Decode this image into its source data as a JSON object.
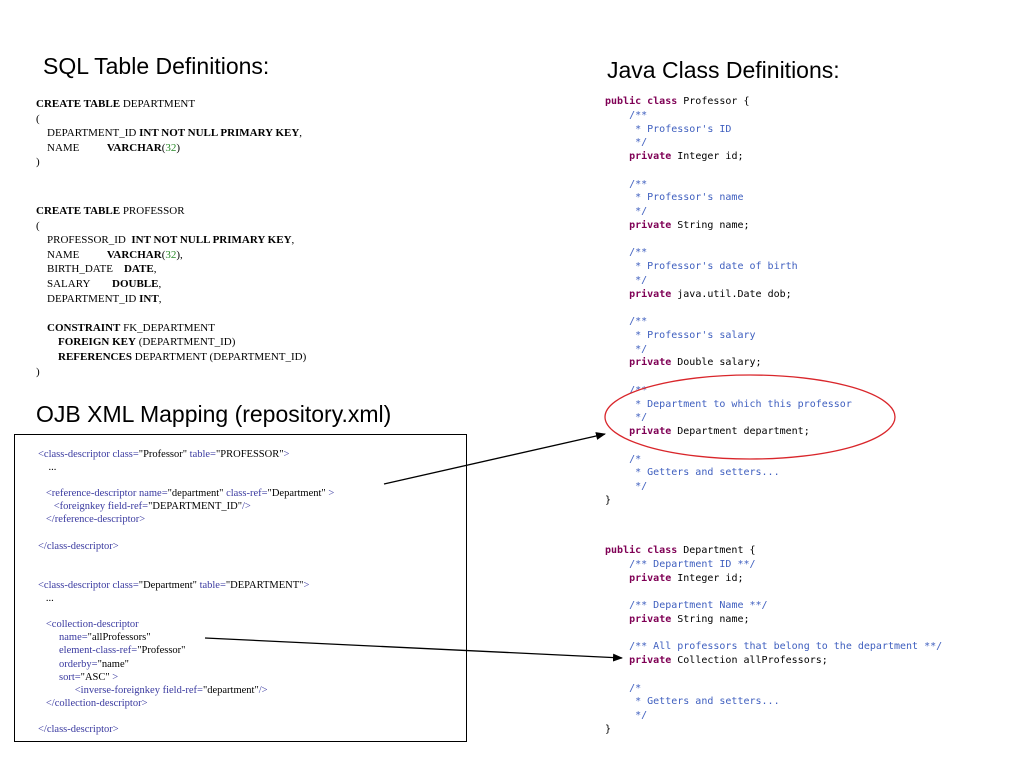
{
  "headings": {
    "sql": "SQL Table Definitions:",
    "java": "Java Class Definitions:",
    "xml": "OJB XML Mapping (repository.xml)"
  },
  "sql_blocks": [
    [
      [
        {
          "t": "CREATE TABLE",
          "c": "kw"
        },
        {
          "t": " DEPARTMENT"
        }
      ],
      [
        {
          "t": "("
        }
      ],
      [
        {
          "t": "    DEPARTMENT_ID "
        },
        {
          "t": "INT NOT NULL PRIMARY KEY",
          "c": "kw"
        },
        {
          "t": ","
        }
      ],
      [
        {
          "t": "    NAME          "
        },
        {
          "t": "VARCHAR",
          "c": "kw"
        },
        {
          "t": "("
        },
        {
          "t": "32",
          "c": "num"
        },
        {
          "t": ")"
        }
      ],
      [
        {
          "t": ")"
        }
      ]
    ],
    [
      [
        {
          "t": "CREATE TABLE",
          "c": "kw"
        },
        {
          "t": " PROFESSOR"
        }
      ],
      [
        {
          "t": "("
        }
      ],
      [
        {
          "t": "    PROFESSOR_ID  "
        },
        {
          "t": "INT NOT NULL PRIMARY KEY",
          "c": "kw"
        },
        {
          "t": ","
        }
      ],
      [
        {
          "t": "    NAME          "
        },
        {
          "t": "VARCHAR",
          "c": "kw"
        },
        {
          "t": "("
        },
        {
          "t": "32",
          "c": "num"
        },
        {
          "t": "),"
        }
      ],
      [
        {
          "t": "    BIRTH_DATE    "
        },
        {
          "t": "DATE",
          "c": "kw"
        },
        {
          "t": ","
        }
      ],
      [
        {
          "t": "    SALARY        "
        },
        {
          "t": "DOUBLE",
          "c": "kw"
        },
        {
          "t": ","
        }
      ],
      [
        {
          "t": "    DEPARTMENT_ID "
        },
        {
          "t": "INT",
          "c": "kw"
        },
        {
          "t": ","
        }
      ],
      [
        {
          "t": ""
        }
      ],
      [
        {
          "t": "    "
        },
        {
          "t": "CONSTRAINT",
          "c": "kw"
        },
        {
          "t": " FK_DEPARTMENT"
        }
      ],
      [
        {
          "t": "        "
        },
        {
          "t": "FOREIGN KEY",
          "c": "kw"
        },
        {
          "t": " (DEPARTMENT_ID)"
        }
      ],
      [
        {
          "t": "        "
        },
        {
          "t": "REFERENCES",
          "c": "kw"
        },
        {
          "t": " DEPARTMENT (DEPARTMENT_ID)"
        }
      ],
      [
        {
          "t": ")"
        }
      ]
    ]
  ],
  "java_blocks": [
    [
      [
        {
          "t": "public class",
          "c": "jkw"
        },
        {
          "t": " Professor {"
        }
      ],
      [
        {
          "t": "    "
        },
        {
          "t": "/**",
          "c": "cm"
        }
      ],
      [
        {
          "t": "     * Professor's ID",
          "c": "cm"
        }
      ],
      [
        {
          "t": "     */",
          "c": "cm"
        }
      ],
      [
        {
          "t": "    "
        },
        {
          "t": "private",
          "c": "jkw"
        },
        {
          "t": " Integer id;"
        }
      ],
      [
        {
          "t": ""
        }
      ],
      [
        {
          "t": "    "
        },
        {
          "t": "/**",
          "c": "cm"
        }
      ],
      [
        {
          "t": "     * Professor's name",
          "c": "cm"
        }
      ],
      [
        {
          "t": "     */",
          "c": "cm"
        }
      ],
      [
        {
          "t": "    "
        },
        {
          "t": "private",
          "c": "jkw"
        },
        {
          "t": " String name;"
        }
      ],
      [
        {
          "t": ""
        }
      ],
      [
        {
          "t": "    "
        },
        {
          "t": "/**",
          "c": "cm"
        }
      ],
      [
        {
          "t": "     * Professor's date of birth",
          "c": "cm"
        }
      ],
      [
        {
          "t": "     */",
          "c": "cm"
        }
      ],
      [
        {
          "t": "    "
        },
        {
          "t": "private",
          "c": "jkw"
        },
        {
          "t": " java.util.Date dob;"
        }
      ],
      [
        {
          "t": ""
        }
      ],
      [
        {
          "t": "    "
        },
        {
          "t": "/**",
          "c": "cm"
        }
      ],
      [
        {
          "t": "     * Professor's salary",
          "c": "cm"
        }
      ],
      [
        {
          "t": "     */",
          "c": "cm"
        }
      ],
      [
        {
          "t": "    "
        },
        {
          "t": "private",
          "c": "jkw"
        },
        {
          "t": " Double salary;"
        }
      ],
      [
        {
          "t": ""
        }
      ],
      [
        {
          "t": "    "
        },
        {
          "t": "/**",
          "c": "cm"
        }
      ],
      [
        {
          "t": "     * Department to which this professor",
          "c": "cm"
        }
      ],
      [
        {
          "t": "     */",
          "c": "cm"
        }
      ],
      [
        {
          "t": "    "
        },
        {
          "t": "private",
          "c": "jkw"
        },
        {
          "t": " Department department;"
        }
      ],
      [
        {
          "t": ""
        }
      ],
      [
        {
          "t": "    "
        },
        {
          "t": "/*",
          "c": "cm"
        }
      ],
      [
        {
          "t": "     * Getters and setters...",
          "c": "cm"
        }
      ],
      [
        {
          "t": "     */",
          "c": "cm"
        }
      ],
      [
        {
          "t": "}"
        }
      ]
    ],
    [
      [
        {
          "t": "public class",
          "c": "jkw"
        },
        {
          "t": " Department {"
        }
      ],
      [
        {
          "t": "    "
        },
        {
          "t": "/** Department ID **/",
          "c": "cm"
        }
      ],
      [
        {
          "t": "    "
        },
        {
          "t": "private",
          "c": "jkw"
        },
        {
          "t": " Integer id;"
        }
      ],
      [
        {
          "t": ""
        }
      ],
      [
        {
          "t": "    "
        },
        {
          "t": "/** Department Name **/",
          "c": "cm"
        }
      ],
      [
        {
          "t": "    "
        },
        {
          "t": "private",
          "c": "jkw"
        },
        {
          "t": " String name;"
        }
      ],
      [
        {
          "t": ""
        }
      ],
      [
        {
          "t": "    "
        },
        {
          "t": "/** All professors that belong to the department **/",
          "c": "cm"
        }
      ],
      [
        {
          "t": "    "
        },
        {
          "t": "private",
          "c": "jkw"
        },
        {
          "t": " Collection allProfessors;"
        }
      ],
      [
        {
          "t": ""
        }
      ],
      [
        {
          "t": "    "
        },
        {
          "t": "/*",
          "c": "cm"
        }
      ],
      [
        {
          "t": "     * Getters and setters...",
          "c": "cm"
        }
      ],
      [
        {
          "t": "     */",
          "c": "cm"
        }
      ],
      [
        {
          "t": "}"
        }
      ]
    ]
  ],
  "xml_block": [
    [
      {
        "t": "<class-descriptor ",
        "c": "tag"
      },
      {
        "t": "class=",
        "c": "att"
      },
      {
        "t": "\"Professor\" ",
        "c": "val"
      },
      {
        "t": "table=",
        "c": "att"
      },
      {
        "t": "\"PROFESSOR\"",
        "c": "val"
      },
      {
        "t": ">",
        "c": "tag"
      }
    ],
    [
      {
        "t": "    ..."
      }
    ],
    [
      {
        "t": ""
      }
    ],
    [
      {
        "t": "   "
      },
      {
        "t": "<reference-descriptor ",
        "c": "tag"
      },
      {
        "t": "name=",
        "c": "att"
      },
      {
        "t": "\"department\" ",
        "c": "val"
      },
      {
        "t": "class-ref=",
        "c": "att"
      },
      {
        "t": "\"Department\" ",
        "c": "val"
      },
      {
        "t": ">",
        "c": "tag"
      }
    ],
    [
      {
        "t": "      "
      },
      {
        "t": "<foreignkey ",
        "c": "tag"
      },
      {
        "t": "field-ref=",
        "c": "att"
      },
      {
        "t": "\"DEPARTMENT_ID\"",
        "c": "val"
      },
      {
        "t": "/>",
        "c": "tag"
      }
    ],
    [
      {
        "t": "   "
      },
      {
        "t": "</reference-descriptor>",
        "c": "tag"
      }
    ],
    [
      {
        "t": ""
      }
    ],
    [
      {
        "t": "</class-descriptor>",
        "c": "tag"
      }
    ],
    [
      {
        "t": ""
      }
    ],
    [
      {
        "t": ""
      }
    ],
    [
      {
        "t": "<class-descriptor ",
        "c": "tag"
      },
      {
        "t": "class=",
        "c": "att"
      },
      {
        "t": "\"Department\" ",
        "c": "val"
      },
      {
        "t": "table=",
        "c": "att"
      },
      {
        "t": "\"DEPARTMENT\"",
        "c": "val"
      },
      {
        "t": ">",
        "c": "tag"
      }
    ],
    [
      {
        "t": "   ..."
      }
    ],
    [
      {
        "t": ""
      }
    ],
    [
      {
        "t": "   "
      },
      {
        "t": "<collection-descriptor",
        "c": "tag"
      }
    ],
    [
      {
        "t": "        "
      },
      {
        "t": "name=",
        "c": "att"
      },
      {
        "t": "\"allProfessors\"",
        "c": "val"
      }
    ],
    [
      {
        "t": "        "
      },
      {
        "t": "element-class-ref=",
        "c": "att"
      },
      {
        "t": "\"Professor\"",
        "c": "val"
      }
    ],
    [
      {
        "t": "        "
      },
      {
        "t": "orderby=",
        "c": "att"
      },
      {
        "t": "\"name\"",
        "c": "val"
      }
    ],
    [
      {
        "t": "        "
      },
      {
        "t": "sort=",
        "c": "att"
      },
      {
        "t": "\"ASC\" ",
        "c": "val"
      },
      {
        "t": ">",
        "c": "tag"
      }
    ],
    [
      {
        "t": "              "
      },
      {
        "t": "<inverse-foreignkey ",
        "c": "tag"
      },
      {
        "t": "field-ref=",
        "c": "att"
      },
      {
        "t": "\"department\"",
        "c": "val"
      },
      {
        "t": "/>",
        "c": "tag"
      }
    ],
    [
      {
        "t": "   "
      },
      {
        "t": "</collection-descriptor>",
        "c": "tag"
      }
    ],
    [
      {
        "t": ""
      }
    ],
    [
      {
        "t": "</class-descriptor>",
        "c": "tag"
      }
    ]
  ],
  "colors": {
    "annotation_ellipse": "#d9262b",
    "arrow": "#000000"
  }
}
